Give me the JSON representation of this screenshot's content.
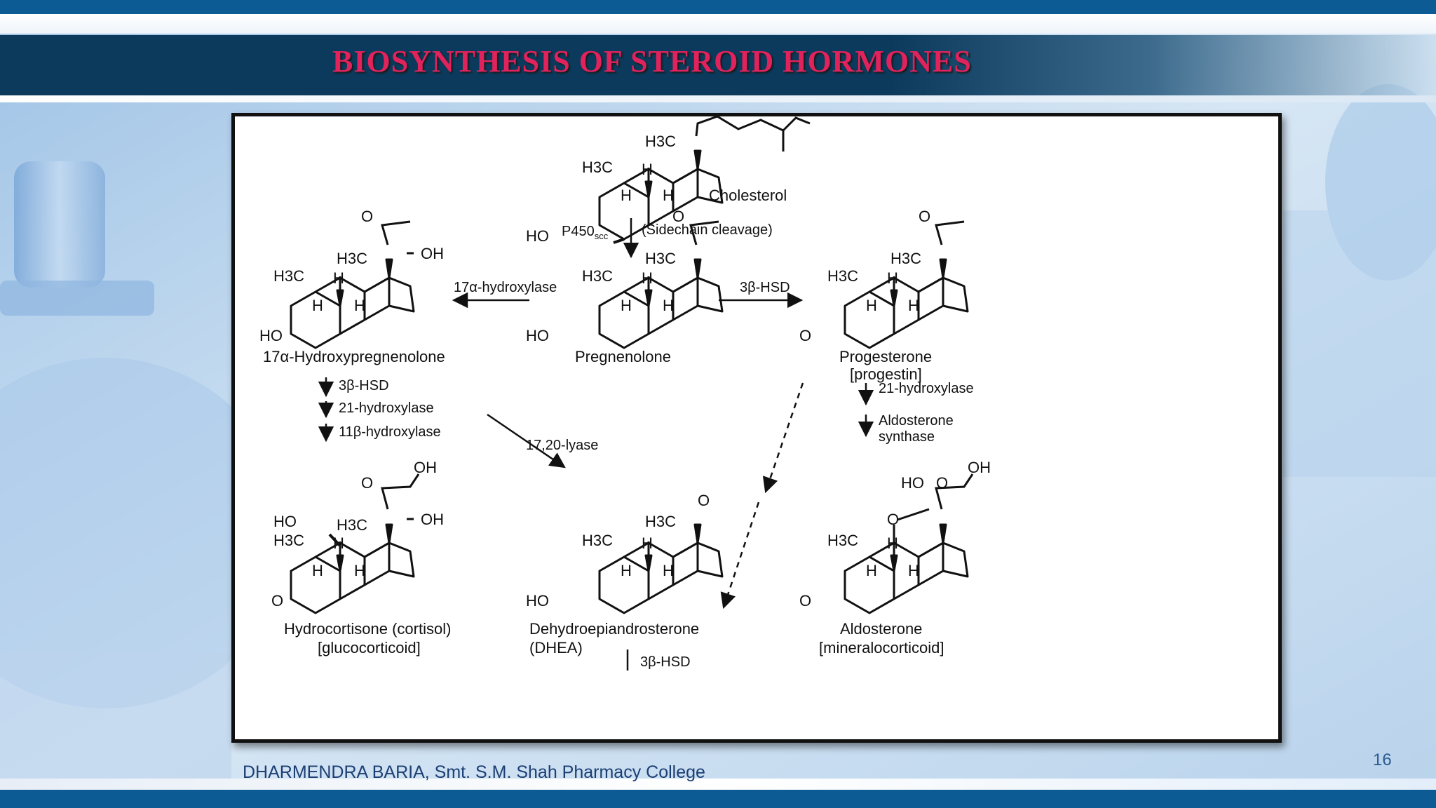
{
  "slide": {
    "title": "BIOSYNTHESIS OF STEROID HORMONES",
    "footer": "DHARMENDRA BARIA, Smt. S.M. Shah Pharmacy College",
    "page_number": "16",
    "colors": {
      "title": "#e0235c",
      "title_band": "#0b3a5c",
      "accent_bar": "#0d5b95",
      "footer_text": "#1c3f73"
    }
  },
  "diagram": {
    "compounds": {
      "cholesterol": "Cholesterol",
      "pregnenolone": "Pregnenolone",
      "hydroxypregnenolone": "17α-Hydroxypregnenolone",
      "progesterone": "Progesterone",
      "progesterone_sub": "[progestin]",
      "hydrocortisone": "Hydrocortisone (cortisol)",
      "hydrocortisone_sub": "[glucocorticoid]",
      "dhea": "Dehydroepiandrosterone",
      "dhea_sub": "(DHEA)",
      "aldosterone": "Aldosterone",
      "aldosterone_sub": "[mineralocorticoid]"
    },
    "enzymes": {
      "p450": "P450",
      "p450_sub": "scc",
      "sidechain": "(Sidechain cleavage)",
      "hydroxylase17": "17α-hydroxylase",
      "hsd_right": "3β-HSD",
      "hsd_left": "3β-HSD",
      "hydroxylase21_left": "21-hydroxylase",
      "hydroxylase11": "11β-hydroxylase",
      "lyase": "17,20-lyase",
      "hydroxylase21_right": "21-hydroxylase",
      "aldo_synth_1": "Aldosterone",
      "aldo_synth_2": "synthase",
      "hsd_bottom": "3β-HSD"
    },
    "atoms": {
      "h3c": "H3C",
      "h": "H",
      "ho": "HO",
      "oh": "OH",
      "o": "O"
    }
  }
}
